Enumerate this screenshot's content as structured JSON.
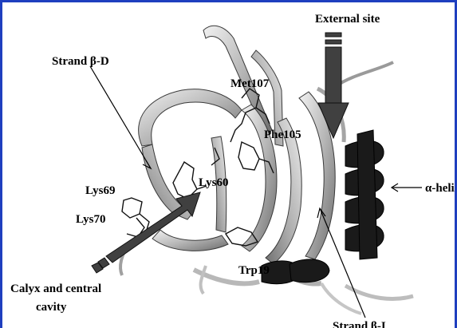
{
  "figure": {
    "labels": {
      "external_site": "External site",
      "strand_bd": "Strand β-D",
      "met107": "Met107",
      "phe105": "Phe105",
      "lys69": "Lys69",
      "lys60": "Lys60",
      "lys70": "Lys70",
      "alpha_helix": "α-helix",
      "trp19": "Trp19",
      "calyx_line1": "Calyx and central",
      "calyx_line2": "cavity",
      "strand_bi": "Strand β-I"
    },
    "colors": {
      "frame": "#1f3fbf",
      "ribbon_light": "#d9d9d9",
      "ribbon_mid": "#9a9a9a",
      "ribbon_dark": "#5a5a5a",
      "helix": "#1a1a1a",
      "arrow": "#404040"
    }
  }
}
